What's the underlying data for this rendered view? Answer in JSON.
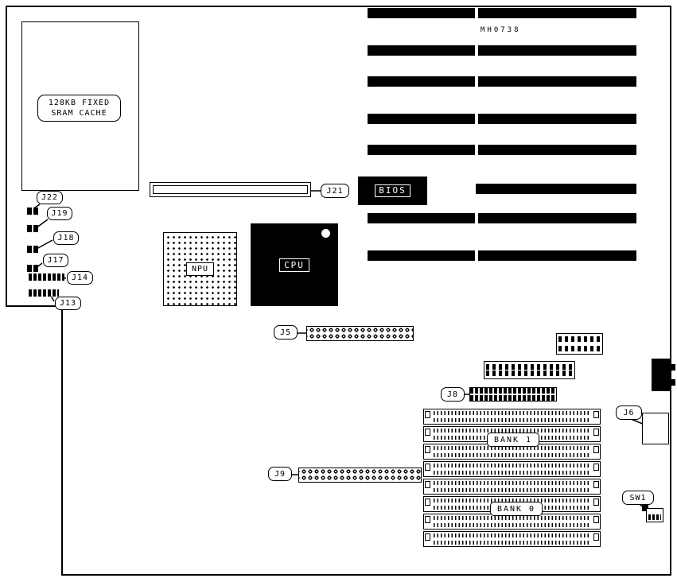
{
  "diagram": {
    "part_number": "MH0738",
    "cache": {
      "line1": "128KB FIXED",
      "line2": "SRAM CACHE"
    },
    "chips": {
      "bios": "BIOS",
      "npu": "NPU",
      "cpu": "CPU"
    },
    "banks": {
      "bank1": "BANK 1",
      "bank0": "BANK 0"
    },
    "callouts": {
      "j22": "J22",
      "j19": "J19",
      "j18": "J18",
      "j17": "J17",
      "j14": "J14",
      "j13": "J13",
      "j21": "J21",
      "j5": "J5",
      "j8": "J8",
      "j9": "J9",
      "j6": "J6",
      "sw1": "SW1"
    }
  }
}
